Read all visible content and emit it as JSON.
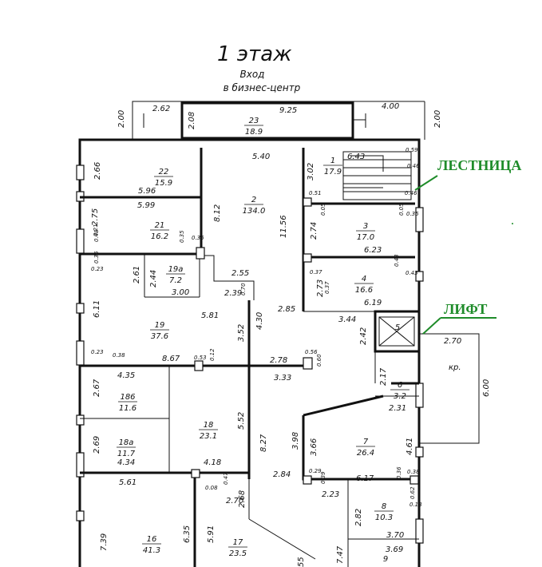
{
  "title": "1 этаж",
  "entrance": {
    "line1": "Вход",
    "line2": "в бизнес-центр"
  },
  "callouts": {
    "stairs": "ЛЕСТНИЦА",
    "lift": "ЛИФТ"
  },
  "accent_color": "#1f8c2a",
  "rooms": [
    {
      "id": "23",
      "area": "18.9"
    },
    {
      "id": "22",
      "area": "15.9"
    },
    {
      "id": "21",
      "area": "16.2"
    },
    {
      "id": "19a",
      "area": "7.2"
    },
    {
      "id": "19",
      "area": "37.6"
    },
    {
      "id": "186",
      "area": "11.6"
    },
    {
      "id": "18a",
      "area": "11.7"
    },
    {
      "id": "18",
      "area": "23.1"
    },
    {
      "id": "16",
      "area": "41.3"
    },
    {
      "id": "17",
      "area": "23.5"
    },
    {
      "id": "2",
      "area": "134.0"
    },
    {
      "id": "1",
      "area": "17.9"
    },
    {
      "id": "3",
      "area": "17.0"
    },
    {
      "id": "4",
      "area": "16.6"
    },
    {
      "id": "5",
      "area": ""
    },
    {
      "id": "6",
      "area": "3.2"
    },
    {
      "id": "7",
      "area": "26.4"
    },
    {
      "id": "8",
      "area": "10.3"
    },
    {
      "id": "9",
      "area": ""
    }
  ],
  "dimensions": [
    "2.62",
    "9.25",
    "4.00",
    "2.00",
    "2.08",
    "2.00",
    "5.40",
    "6.43",
    "2.66",
    "5.96",
    "5.99",
    "2.75",
    "0.48",
    "0.21",
    "0.36",
    "0.35",
    "0.36",
    "0.23",
    "2.61",
    "2.44",
    "8.12",
    "11.56",
    "3.02",
    "0.51",
    "0.05",
    "2.74",
    "0.05",
    "0.35",
    "0.59",
    "0.46",
    "0.46",
    "6.23",
    "2.55",
    "0.70",
    "2.39",
    "3.00",
    "0.37",
    "0.37",
    "2.73",
    "0.43",
    "0.43",
    "6.19",
    "6.11",
    "5.81",
    "3.52",
    "4.30",
    "2.85",
    "3.44",
    "2.42",
    "2.70",
    "0.23",
    "0.38",
    "8.67",
    "0.53",
    "0.12",
    "2.78",
    "0.56",
    "0.60",
    "2.17",
    "4.35",
    "3.33",
    "2.67",
    "2.31",
    "6.00",
    "5.52",
    "3.98",
    "3.66",
    "4.61",
    "2.69",
    "8.27",
    "4.34",
    "4.18",
    "2.84",
    "0.29",
    "0.39",
    "6.17",
    "0.36",
    "0.38",
    "5.61",
    "0.08",
    "0.47",
    "2.23",
    "0.62",
    "0.18",
    "2.70",
    "2.68",
    "2.82",
    "7.39",
    "6.35",
    "5.91",
    "3.70",
    "3.69",
    "7.47",
    "55"
  ],
  "lift_marker": "кр."
}
